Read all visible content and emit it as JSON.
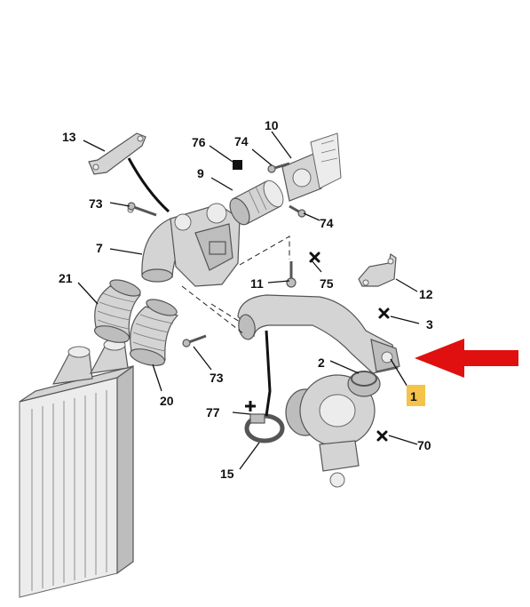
{
  "labels": {
    "l1": "1",
    "l2": "2",
    "l3": "3",
    "l7": "7",
    "l9": "9",
    "l10": "10",
    "l11": "11",
    "l12": "12",
    "l13": "13",
    "l15": "15",
    "l20": "20",
    "l21": "21",
    "l70": "70",
    "l73a": "73",
    "l73b": "73",
    "l74a": "74",
    "l74b": "74",
    "l75": "75",
    "l76": "76",
    "l77": "77"
  },
  "symbols": {
    "cross": "cross-icon",
    "plus": "plus-icon",
    "square": "square-icon",
    "arrow": "arrow-icon"
  },
  "colors": {
    "highlight": "#f5c34a",
    "arrow": "#e01010",
    "part_fill": "#d4d4d4",
    "outline": "#555555"
  }
}
